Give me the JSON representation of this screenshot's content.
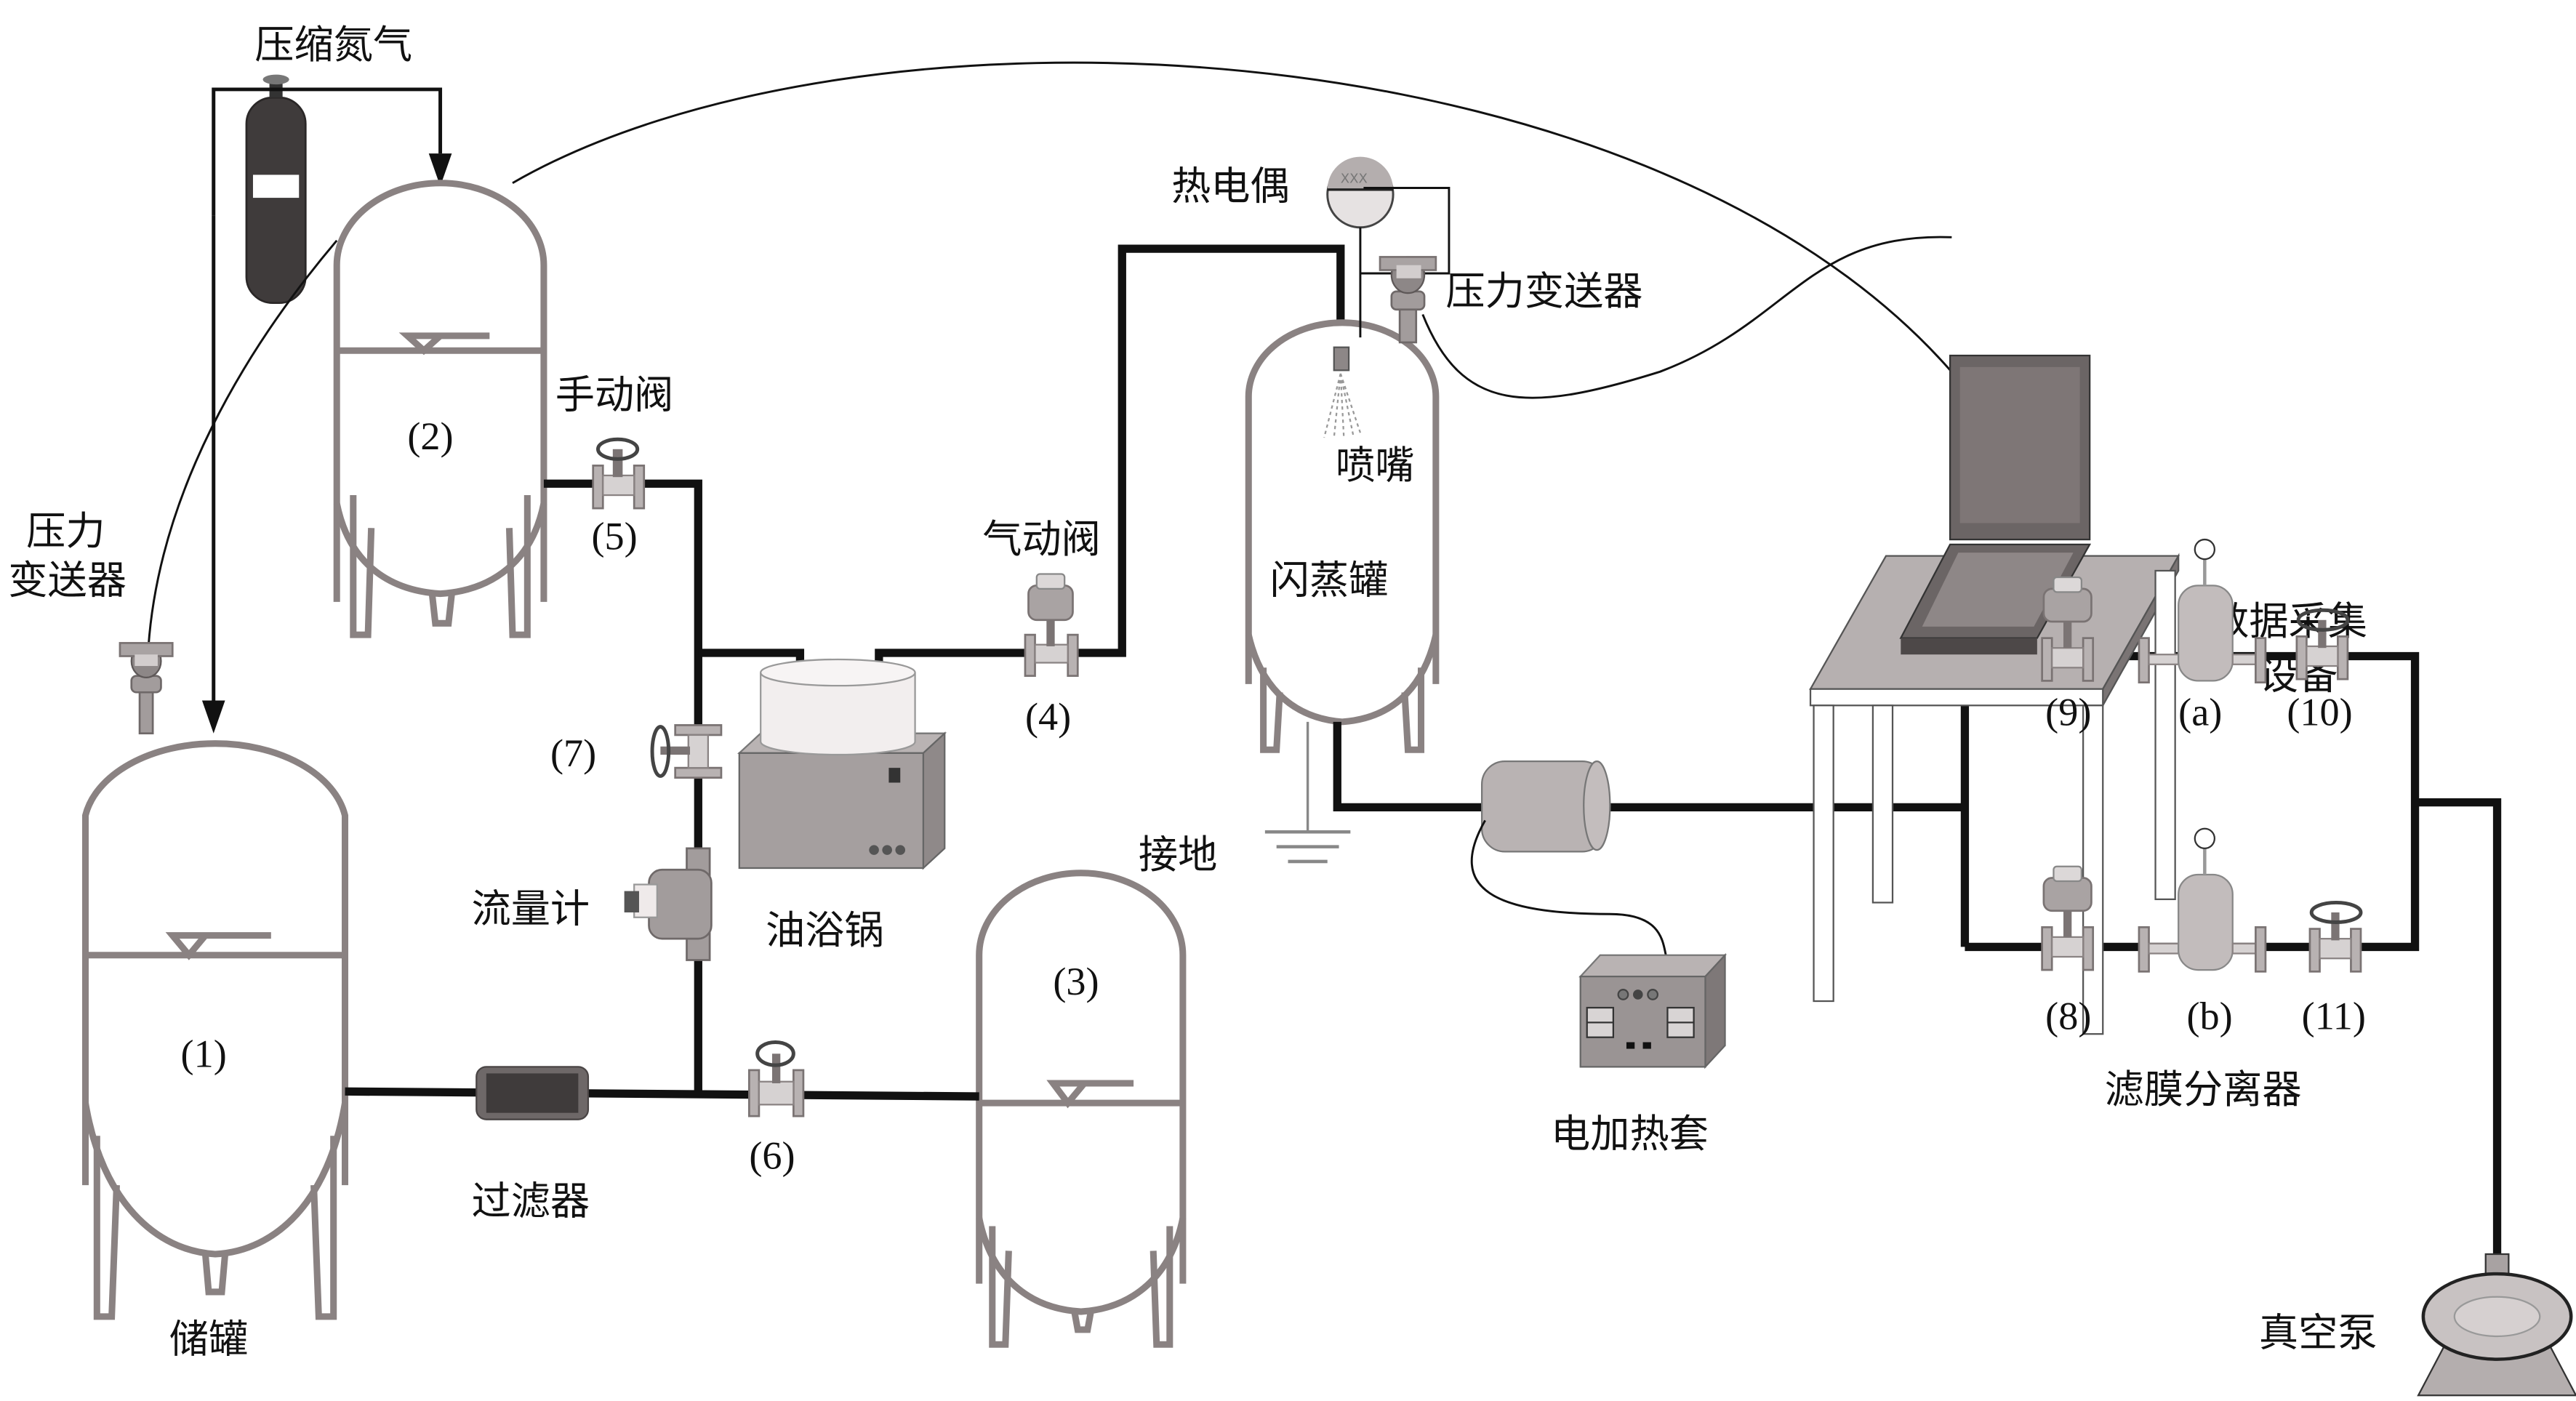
{
  "title": "闪蒸实验系统装置示意图",
  "labels": {
    "nitrogen": "压缩氮气",
    "pt_left_line1": "压力",
    "pt_left_line2": "变送器",
    "manual_valve": "手动阀",
    "pneumatic_valve": "气动阀",
    "thermocouple": "热电偶",
    "pt_right": "压力变送器",
    "nozzle": "喷嘴",
    "flash_tank": "闪蒸罐",
    "daq_line1": "数据采集",
    "daq_line2": "设备",
    "flowmeter": "流量计",
    "oil_bath": "油浴锅",
    "ground": "接地",
    "filter": "过滤器",
    "storage_tank": "储罐",
    "heater": "电加热套",
    "membrane_separator": "滤膜分离器",
    "vacuum_pump": "真空泵",
    "thermo_display": "XXX"
  },
  "numbers": {
    "t1": "(1)",
    "t2": "(2)",
    "t3": "(3)",
    "v4": "(4)",
    "v5": "(5)",
    "v6": "(6)",
    "v7": "(7)",
    "v8": "(8)",
    "v9": "(9)",
    "v10": "(10)",
    "v11": "(11)",
    "sa": "(a)",
    "sb": "(b)"
  },
  "colors": {
    "pipe": "#111111",
    "vessel_outline": "#8a8282",
    "component_grey": "#a29c9c"
  }
}
